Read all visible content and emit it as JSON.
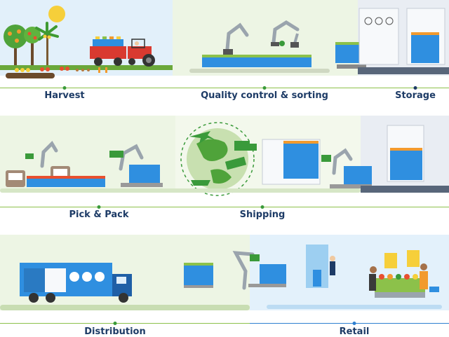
{
  "stages": [
    {
      "id": "harvest",
      "label": "Harvest"
    },
    {
      "id": "quality",
      "label": "Quality control & sorting"
    },
    {
      "id": "storage",
      "label": "Storage"
    },
    {
      "id": "pickpack",
      "label": "Pick & Pack"
    },
    {
      "id": "shipping",
      "label": "Shipping"
    },
    {
      "id": "distribution",
      "label": "Distribution"
    },
    {
      "id": "retail",
      "label": "Retail"
    }
  ],
  "colors": {
    "green": "#8cc14a",
    "dark_green": "#3a9a3a",
    "navy": "#1d3b66",
    "blue": "#2d7fd0",
    "crate_blue": "#2f8fe0",
    "light_green_bg": "#eaf4de",
    "light_blue_bg": "#e3f1fb",
    "storage_bg": "#e9edf3"
  }
}
